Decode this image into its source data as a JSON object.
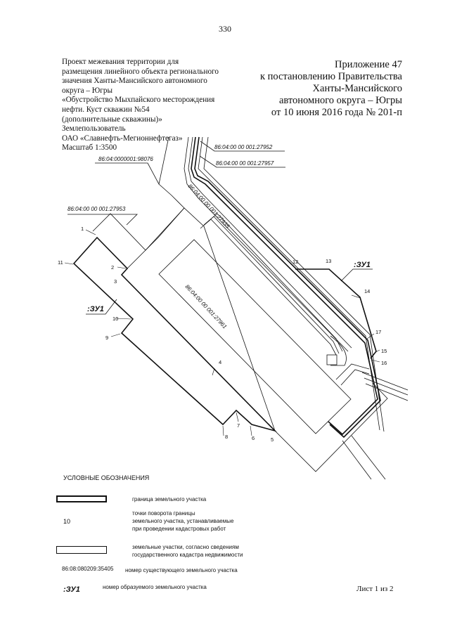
{
  "page_number": "330",
  "project_text": [
    "Проект межевания территории для",
    "размещения линейного объекта регионального",
    "значения Ханты-Мансийского автономного",
    "округа – Югры",
    "«Обустройство Мыхпайского месторождения",
    "нефти. Куст скважин №54",
    "(дополнительные скважины)»",
    "Землепользователь",
    "ОАО «Славнефть-Мегионнефтегаз»",
    "Масштаб 1:3500"
  ],
  "appendix_text": [
    "Приложение 47",
    "к постановлению Правительства",
    "Ханты-Мансийского",
    "автономного округа – Югры",
    "от 10 июня 2016 года № 201-п"
  ],
  "map": {
    "parcel_labels": {
      "p98076": "86:04:0000001:98076",
      "p27952": "86:04:00 00 001:27952",
      "p27957": "86:04:00 00 001:27957",
      "p27953": "86:04:00 00 001:27953",
      "p27935": "86:04:00 00 001:27935",
      "p27961": "86:04:00 00 001:27961"
    },
    "new_parcel_label": ":ЗУ1",
    "points": [
      "1",
      "2",
      "3",
      "4",
      "5",
      "6",
      "7",
      "8",
      "9",
      "10",
      "11",
      "12",
      "13",
      "14",
      "15",
      "16",
      "17"
    ]
  },
  "legend": {
    "title": "УСЛОВНЫЕ ОБОЗНАЧЕНИЯ",
    "boundary": "граница земельного участка",
    "point_sample": "10",
    "points_text": [
      "точки поворота границы",
      "земельного участка, устанавливаемые",
      "при проведении кадастровых работ"
    ],
    "registry_text": [
      "земельные участки, согласно сведениям",
      "государственного кадастра недвижимости"
    ],
    "existing_sample": "86:08:080209:35405",
    "existing_text": "номер существующего земельного участка",
    "new_sample": ":ЗУ1",
    "new_text": "номер образуемого земельного участка"
  },
  "sheet": "Лист 1 из 2"
}
